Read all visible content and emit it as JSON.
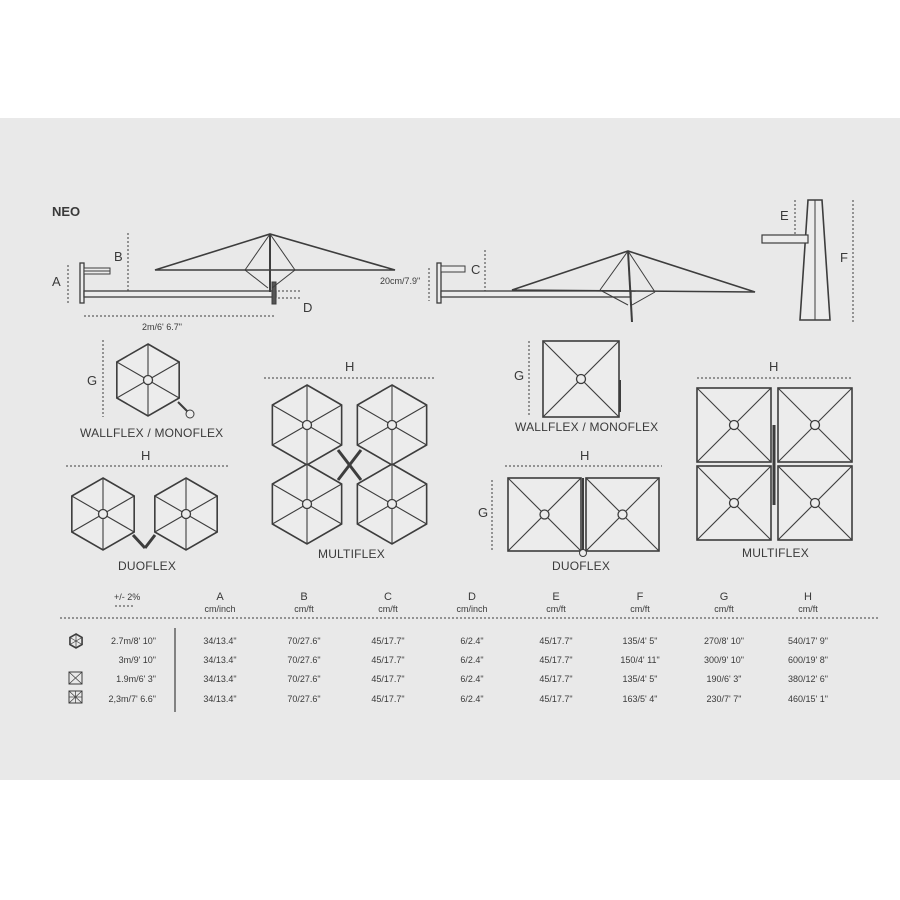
{
  "title": "NEO",
  "dimension_letters": {
    "A": "A",
    "B": "B",
    "C": "C",
    "D": "D",
    "E": "E",
    "F": "F",
    "G": "G",
    "H": "H"
  },
  "side_view": {
    "arm_length": "2m/6' 6.7\"",
    "offset": "20cm/7.9\""
  },
  "layouts": {
    "hex_single": "WALLFLEX / MONOFLEX",
    "hex_duo": "DUOFLEX",
    "hex_multi": "MULTIFLEX",
    "sq_single": "WALLFLEX / MONOFLEX",
    "sq_duo": "DUOFLEX",
    "sq_multi": "MULTIFLEX"
  },
  "table": {
    "tolerance": "+/- 2%",
    "columns": [
      {
        "letter": "A",
        "unit": "cm/inch"
      },
      {
        "letter": "B",
        "unit": "cm/ft"
      },
      {
        "letter": "C",
        "unit": "cm/ft"
      },
      {
        "letter": "D",
        "unit": "cm/inch"
      },
      {
        "letter": "E",
        "unit": "cm/ft"
      },
      {
        "letter": "F",
        "unit": "cm/ft"
      },
      {
        "letter": "G",
        "unit": "cm/ft"
      },
      {
        "letter": "H",
        "unit": "cm/ft"
      }
    ],
    "rows": [
      {
        "shape_icon": "hexagon-icon",
        "size": "2.7m/8' 10\"",
        "values": [
          "34/13.4\"",
          "70/27.6\"",
          "45/17.7\"",
          "6/2.4\"",
          "45/17.7\"",
          "135/4'  5\"",
          "270/8' 10\"",
          "540/17' 9\""
        ]
      },
      {
        "shape_icon": "",
        "size": "3m/9' 10\"",
        "values": [
          "34/13.4\"",
          "70/27.6\"",
          "45/17.7\"",
          "6/2.4\"",
          "45/17.7\"",
          "150/4'  11\"",
          "300/9' 10\"",
          "600/19' 8\""
        ]
      },
      {
        "shape_icon": "square-icon",
        "size": "1.9m/6' 3\"",
        "values": [
          "34/13.4\"",
          "70/27.6\"",
          "45/17.7\"",
          "6/2.4\"",
          "45/17.7\"",
          "135/4'  5\"",
          "190/6' 3\"",
          "380/12' 6\""
        ]
      },
      {
        "shape_icon": "square-cross-icon",
        "size": "2,3m/7' 6.6\"",
        "values": [
          "34/13.4\"",
          "70/27.6\"",
          "45/17.7\"",
          "6/2.4\"",
          "45/17.7\"",
          "163/5'  4\"",
          "230/7' 7\"",
          "460/15' 1\""
        ]
      }
    ]
  }
}
